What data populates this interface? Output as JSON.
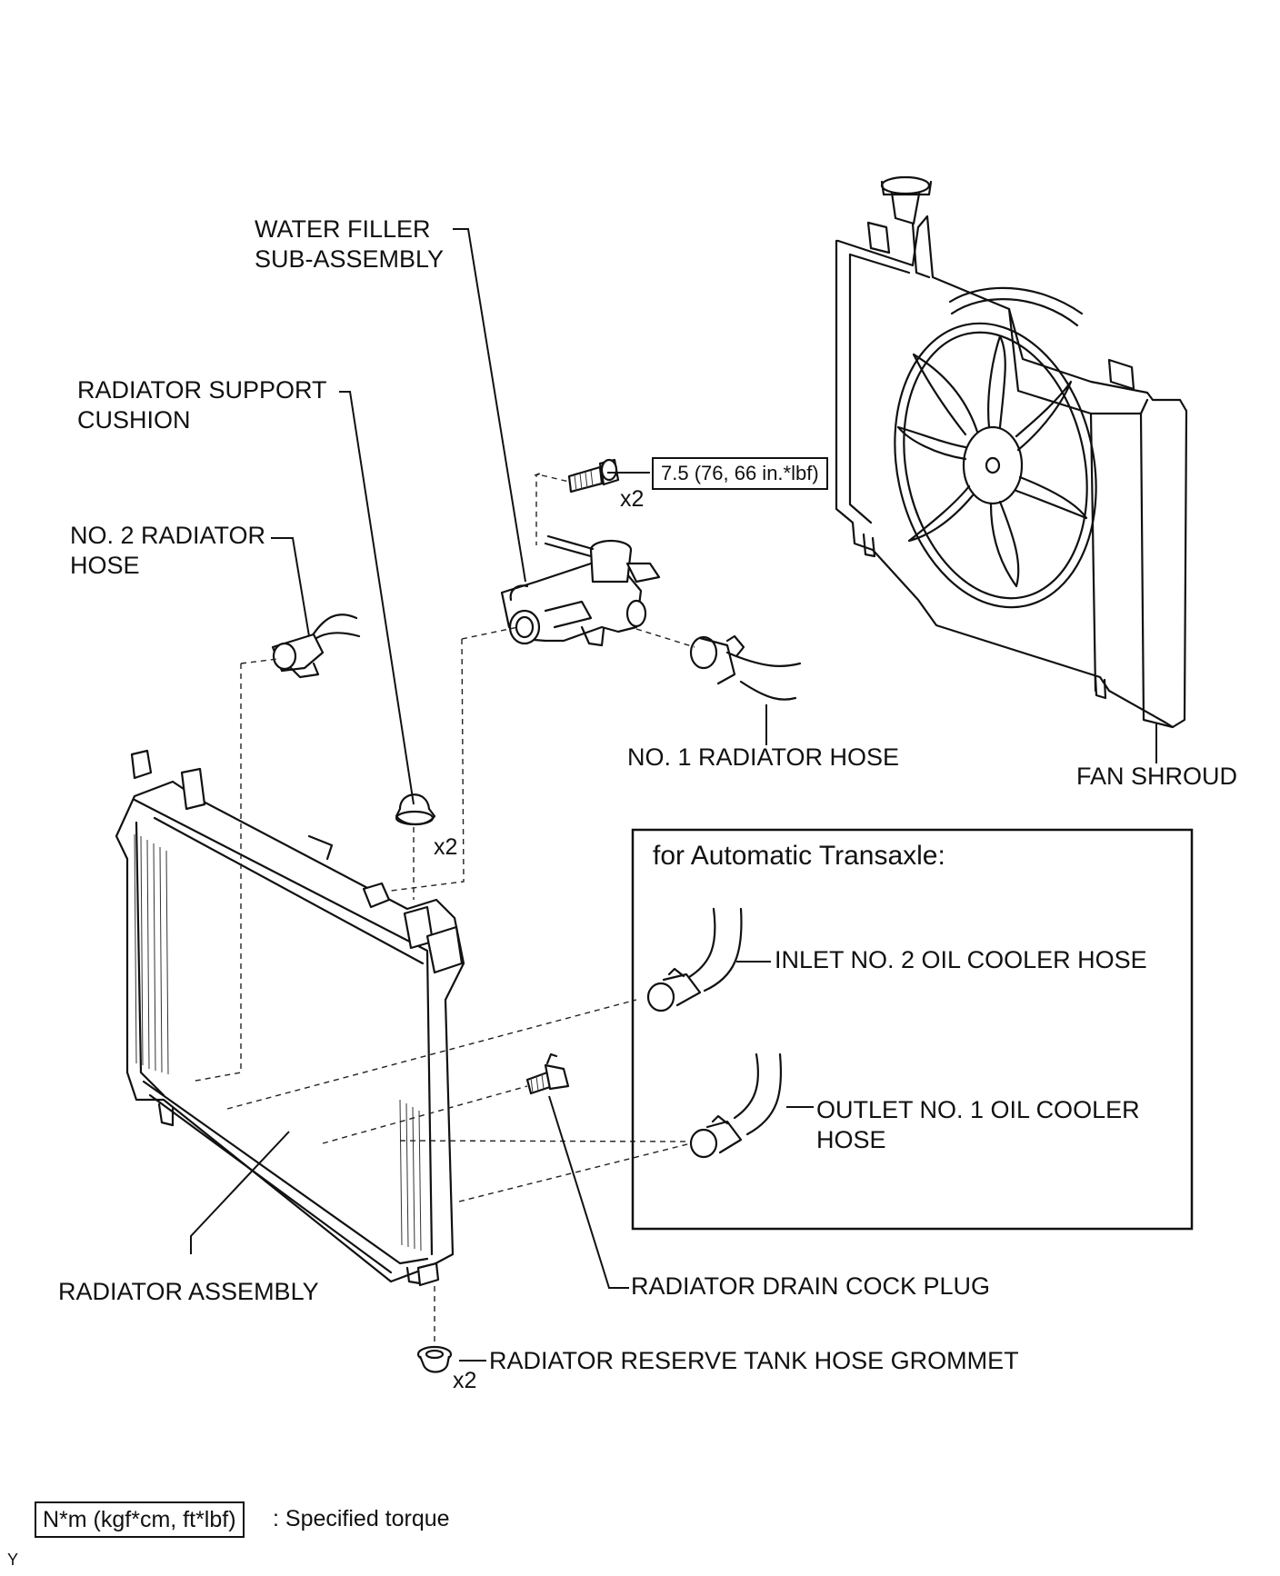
{
  "labels": {
    "water_filler": [
      "WATER FILLER",
      "SUB-ASSEMBLY"
    ],
    "support_cushion": [
      "RADIATOR SUPPORT",
      "CUSHION"
    ],
    "no2_hose": [
      "NO. 2 RADIATOR",
      "HOSE"
    ],
    "no1_hose": "NO. 1 RADIATOR HOSE",
    "fan_shroud": "FAN SHROUD",
    "radiator_assembly": "RADIATOR ASSEMBLY",
    "drain_cock": "RADIATOR DRAIN COCK PLUG",
    "grommet": "RADIATOR RESERVE TANK HOSE GROMMET",
    "inlet_hose": "INLET NO. 2 OIL COOLER HOSE",
    "outlet_hose": [
      "OUTLET NO. 1 OIL COOLER",
      "HOSE"
    ]
  },
  "quantities": {
    "bolt_qty": "x2",
    "cushion_qty": "x2",
    "grommet_qty": "x2"
  },
  "torque_spec": "7.5 (76, 66 in.*lbf)",
  "inset_title": "for Automatic Transaxle:",
  "legend": {
    "box": "N*m (kgf*cm, ft*lbf)",
    "text": ": Specified torque"
  },
  "corner_mark": "Y"
}
